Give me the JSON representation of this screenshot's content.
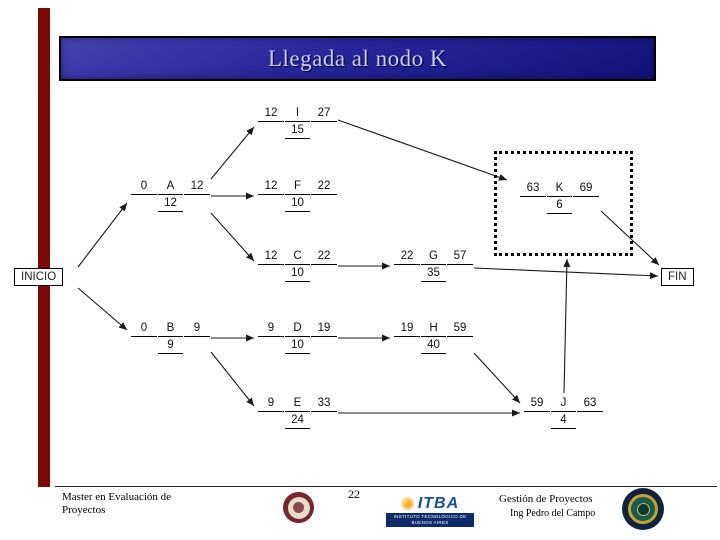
{
  "slide": {
    "title": "Llegada al nodo K",
    "page_number": "22"
  },
  "diagram": {
    "start_label": "INICIO",
    "end_label": "FIN",
    "nodes": {
      "I": {
        "es": "12",
        "label": "I",
        "ef": "27",
        "duration": "15"
      },
      "A": {
        "es": "0",
        "label": "A",
        "ef": "12",
        "duration": "12"
      },
      "F": {
        "es": "12",
        "label": "F",
        "ef": "22",
        "duration": "10"
      },
      "K": {
        "es": "63",
        "label": "K",
        "ef": "69",
        "duration": "6"
      },
      "C": {
        "es": "12",
        "label": "C",
        "ef": "22",
        "duration": "10"
      },
      "G": {
        "es": "22",
        "label": "G",
        "ef": "57",
        "duration": "35"
      },
      "B": {
        "es": "0",
        "label": "B",
        "ef": "9",
        "duration": "9"
      },
      "D": {
        "es": "9",
        "label": "D",
        "ef": "19",
        "duration": "10"
      },
      "H": {
        "es": "19",
        "label": "H",
        "ef": "59",
        "duration": "40"
      },
      "E": {
        "es": "9",
        "label": "E",
        "ef": "33",
        "duration": "24"
      },
      "J": {
        "es": "59",
        "label": "J",
        "ef": "63",
        "duration": "4"
      }
    }
  },
  "footer": {
    "course": "Master en Evaluación de\nProyectos",
    "credit_line1": "Gestión de Proyectos",
    "credit_line2": "Ing Pedro del Campo",
    "itba_label": "ITBA",
    "itba_sub": "INSTITUTO TECNOLÓGICO DE BUENOS AIRES"
  },
  "colors": {
    "accent_bar": "#7d0808",
    "title_bg": "#26269a",
    "title_text": "#ccccf8",
    "highlight_border": "#000000"
  }
}
